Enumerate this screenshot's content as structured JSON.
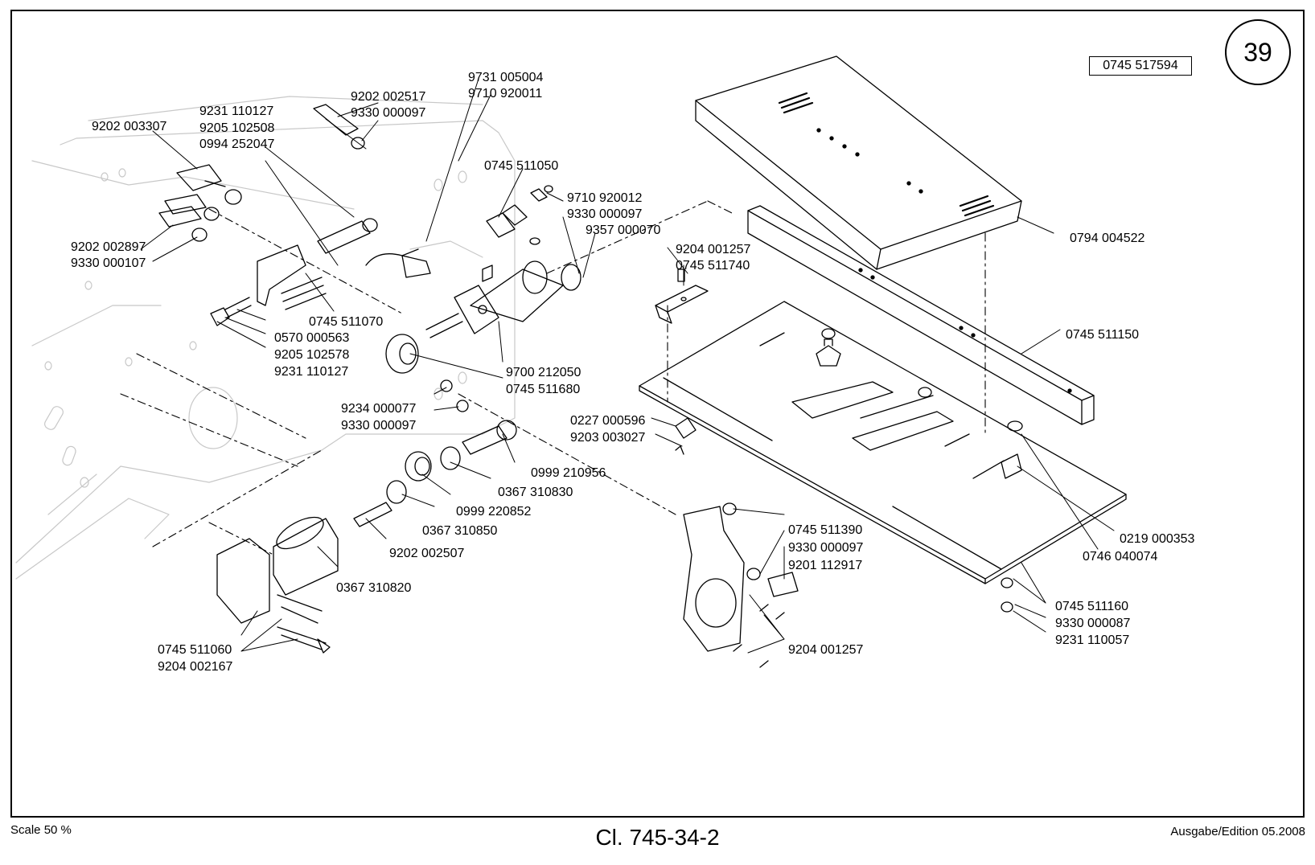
{
  "page_number": "39",
  "reference_number": "0745 517594",
  "footer": {
    "scale": "Scale 50 %",
    "title": "Cl. 745-34-2",
    "edition": "Ausgabe/Edition 05.2008"
  },
  "part_labels": [
    "9202 002517",
    "9330 000097",
    "9731 005004",
    "9710 920011",
    "9231 110127",
    "9205 102508",
    "0994 252047",
    "9202 003307",
    "0745 511050",
    "9710 920012",
    "9330 000097",
    "9357 000070",
    "9202 002897",
    "9330 000107",
    "9204 001257",
    "0745 511740",
    "0794 004522",
    "0745 511070",
    "0570 000563",
    "9205 102578",
    "9231 110127",
    "0745 511150",
    "9700 212050",
    "0745 511680",
    "9234 000077",
    "9330 000097",
    "0227 000596",
    "9203 003027",
    "0999 210956",
    "0367 310830",
    "0999 220852",
    "0367 310850",
    "9202 002507",
    "0745 511390",
    "9330 000097",
    "9201 112917",
    "0219 000353",
    "0746 040074",
    "0367 310820",
    "0745 511160",
    "9330 000087",
    "9231 110057",
    "0745 511060",
    "9204 002167",
    "9204 001257"
  ]
}
